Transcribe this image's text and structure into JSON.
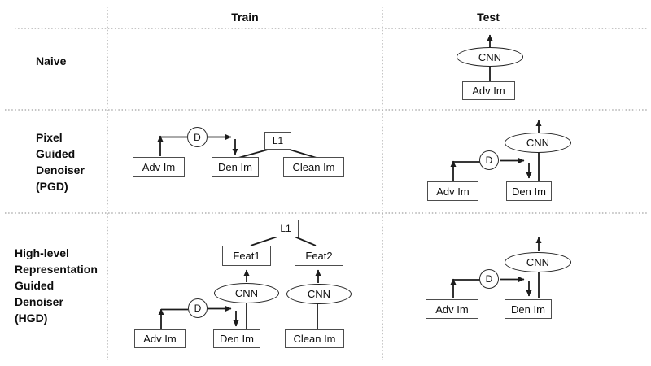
{
  "header": {
    "train": "Train",
    "test": "Test"
  },
  "rows": [
    {
      "name": "naive",
      "label_lines": [
        "Naive"
      ]
    },
    {
      "name": "pgd",
      "label_lines": [
        "Pixel",
        "Guided",
        "Denoiser",
        "(PGD)"
      ]
    },
    {
      "name": "hgd",
      "label_lines": [
        "High-level",
        "Representation",
        "Guided",
        "Denoiser",
        "(HGD)"
      ]
    }
  ],
  "nodes": {
    "adv_im": "Adv Im",
    "den_im": "Den Im",
    "clean_im": "Clean Im",
    "cnn": "CNN",
    "denoiser": "D",
    "l1": "L1",
    "feat1": "Feat1",
    "feat2": "Feat2"
  },
  "colors": {
    "line": "#1c1c1c",
    "box_border": "#4d4d4d",
    "grid_dotted": "#8a8a8a",
    "text": "#0d0d0d",
    "background": "#ffffff"
  }
}
